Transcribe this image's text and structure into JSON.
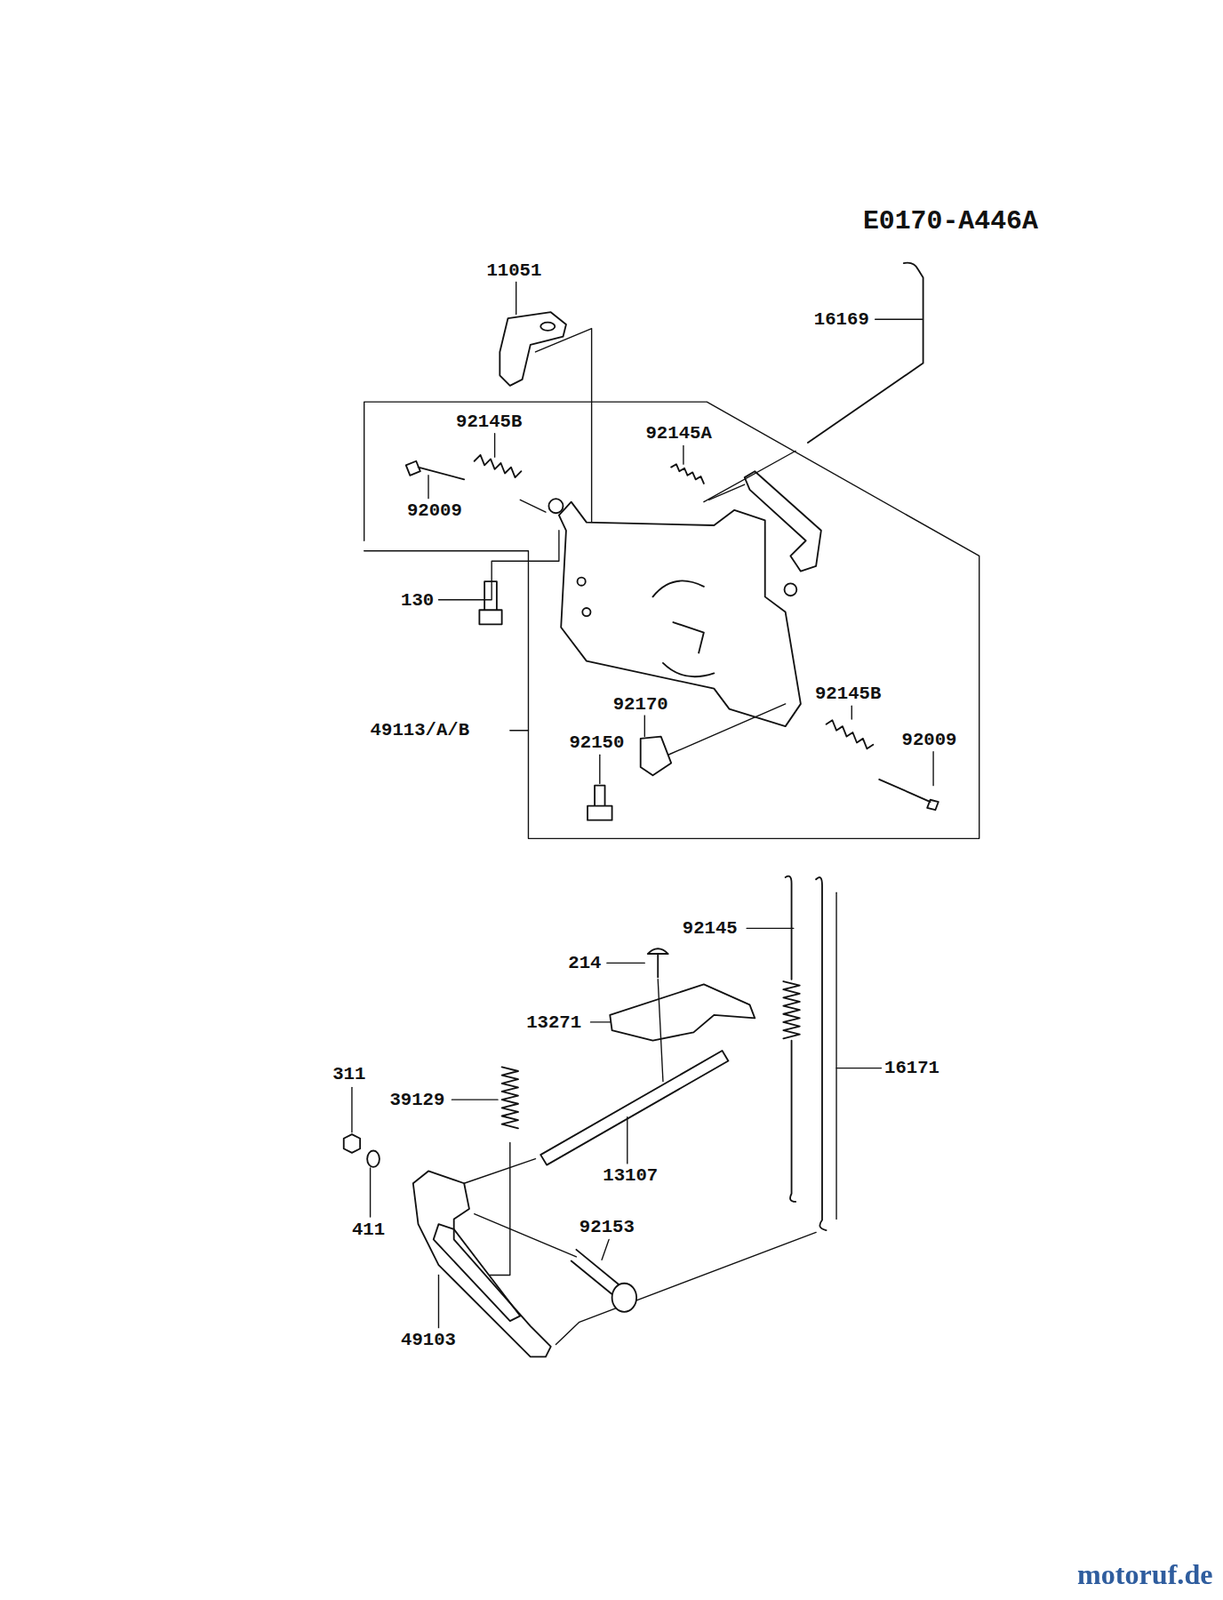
{
  "diagram": {
    "labels": [
      "E0170-A446A",
      "11051",
      "16169",
      "92145B",
      "92145A",
      "92009",
      "130",
      "49113/A/B",
      "92170",
      "92150",
      "92145B",
      "92009",
      "92145",
      "214",
      "13271",
      "311",
      "39129",
      "16171",
      "13107",
      "411",
      "92153",
      "49103",
      "motoruf.de"
    ]
  }
}
